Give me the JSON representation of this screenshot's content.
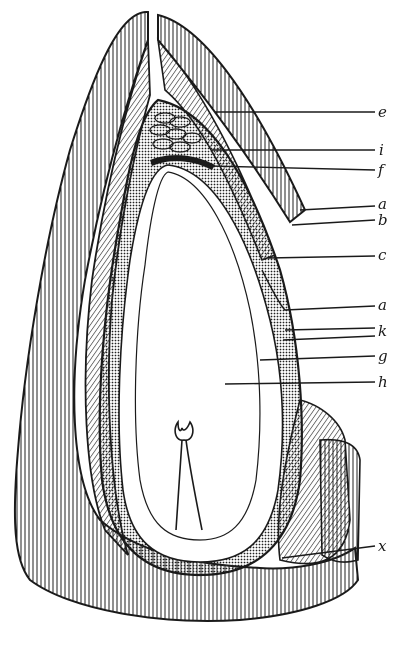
{
  "diagram": {
    "labels": [
      {
        "id": "e",
        "text": "e"
      },
      {
        "id": "i",
        "text": "i"
      },
      {
        "id": "f",
        "text": "f"
      },
      {
        "id": "a1",
        "text": "a"
      },
      {
        "id": "b",
        "text": "b"
      },
      {
        "id": "c",
        "text": "c"
      },
      {
        "id": "a2",
        "text": "a"
      },
      {
        "id": "k",
        "text": "k"
      },
      {
        "id": "g",
        "text": "g"
      },
      {
        "id": "h",
        "text": "h"
      },
      {
        "id": "x",
        "text": "x"
      }
    ]
  }
}
